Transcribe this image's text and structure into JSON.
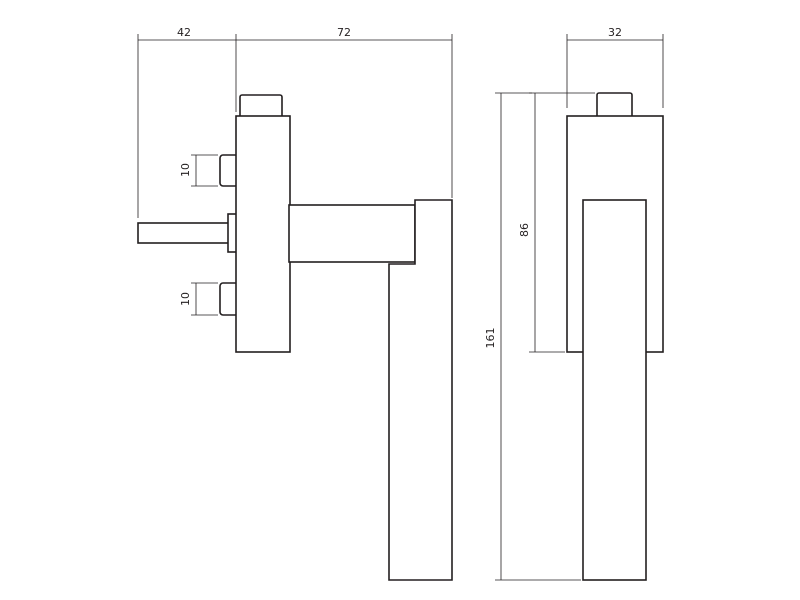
{
  "dimensions": {
    "backset_width": "42",
    "handle_projection": "72",
    "rose_depth": "32",
    "screw_height_top": "10",
    "screw_height_bottom": "10",
    "rose_length": "86",
    "overall_height": "161"
  },
  "colors": {
    "line": "#231f20",
    "background": "#ffffff"
  }
}
